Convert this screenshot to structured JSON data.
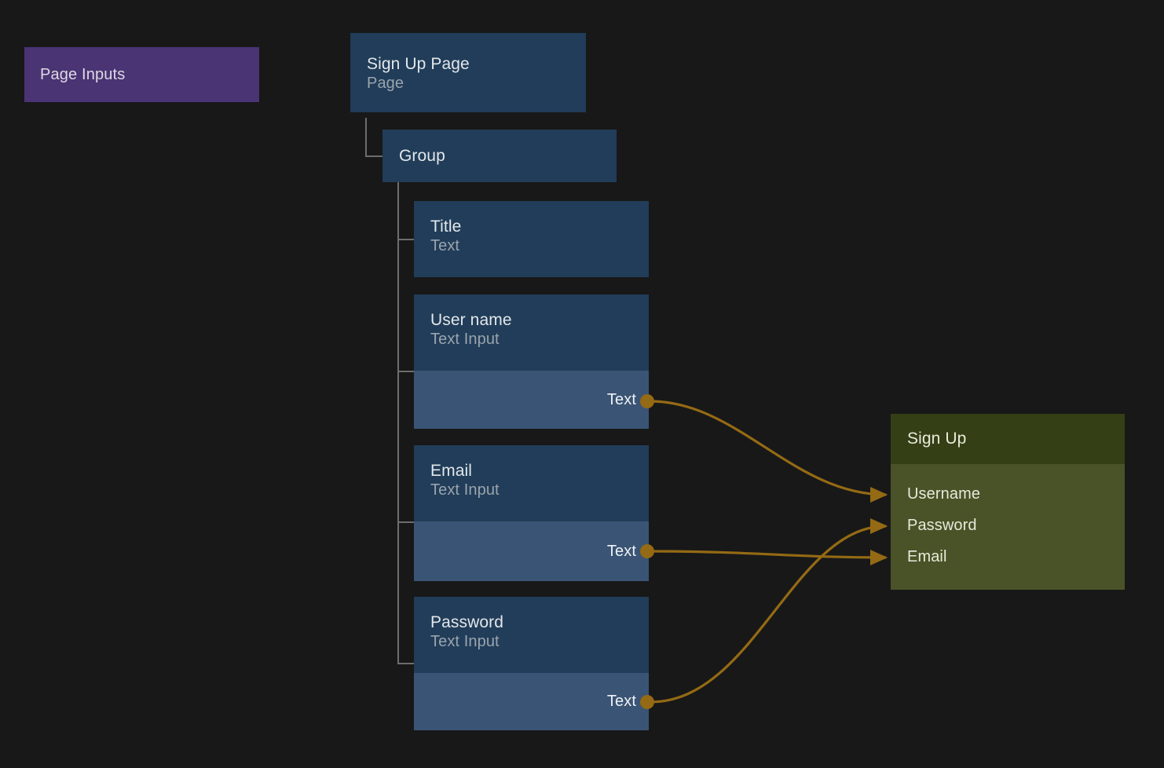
{
  "canvas": {
    "background": "#181818",
    "accent_gold": "#946a14",
    "node_blue": "#213d59",
    "port_blue": "#3a5475",
    "purple": "#4a3473",
    "green_header": "#343f16",
    "green_body": "#495327",
    "tree_line": "#6d6d6d"
  },
  "annotation": {
    "label": "Page Inputs"
  },
  "tree": {
    "page": {
      "title": "Sign Up Page",
      "subtitle": "Page"
    },
    "group": {
      "title": "Group"
    },
    "children": [
      {
        "title": "Title",
        "subtitle": "Text",
        "has_port": false
      },
      {
        "title": "User name",
        "subtitle": "Text Input",
        "has_port": true,
        "port_label": "Text"
      },
      {
        "title": "Email",
        "subtitle": "Text Input",
        "has_port": true,
        "port_label": "Text"
      },
      {
        "title": "Password",
        "subtitle": "Text Input",
        "has_port": true,
        "port_label": "Text"
      }
    ]
  },
  "target_node": {
    "title": "Sign Up",
    "inputs": [
      "Username",
      "Password",
      "Email"
    ]
  },
  "connections": [
    {
      "from": "User name.Text",
      "to": "Username"
    },
    {
      "from": "Email.Text",
      "to": "Email"
    },
    {
      "from": "Password.Text",
      "to": "Password"
    }
  ]
}
